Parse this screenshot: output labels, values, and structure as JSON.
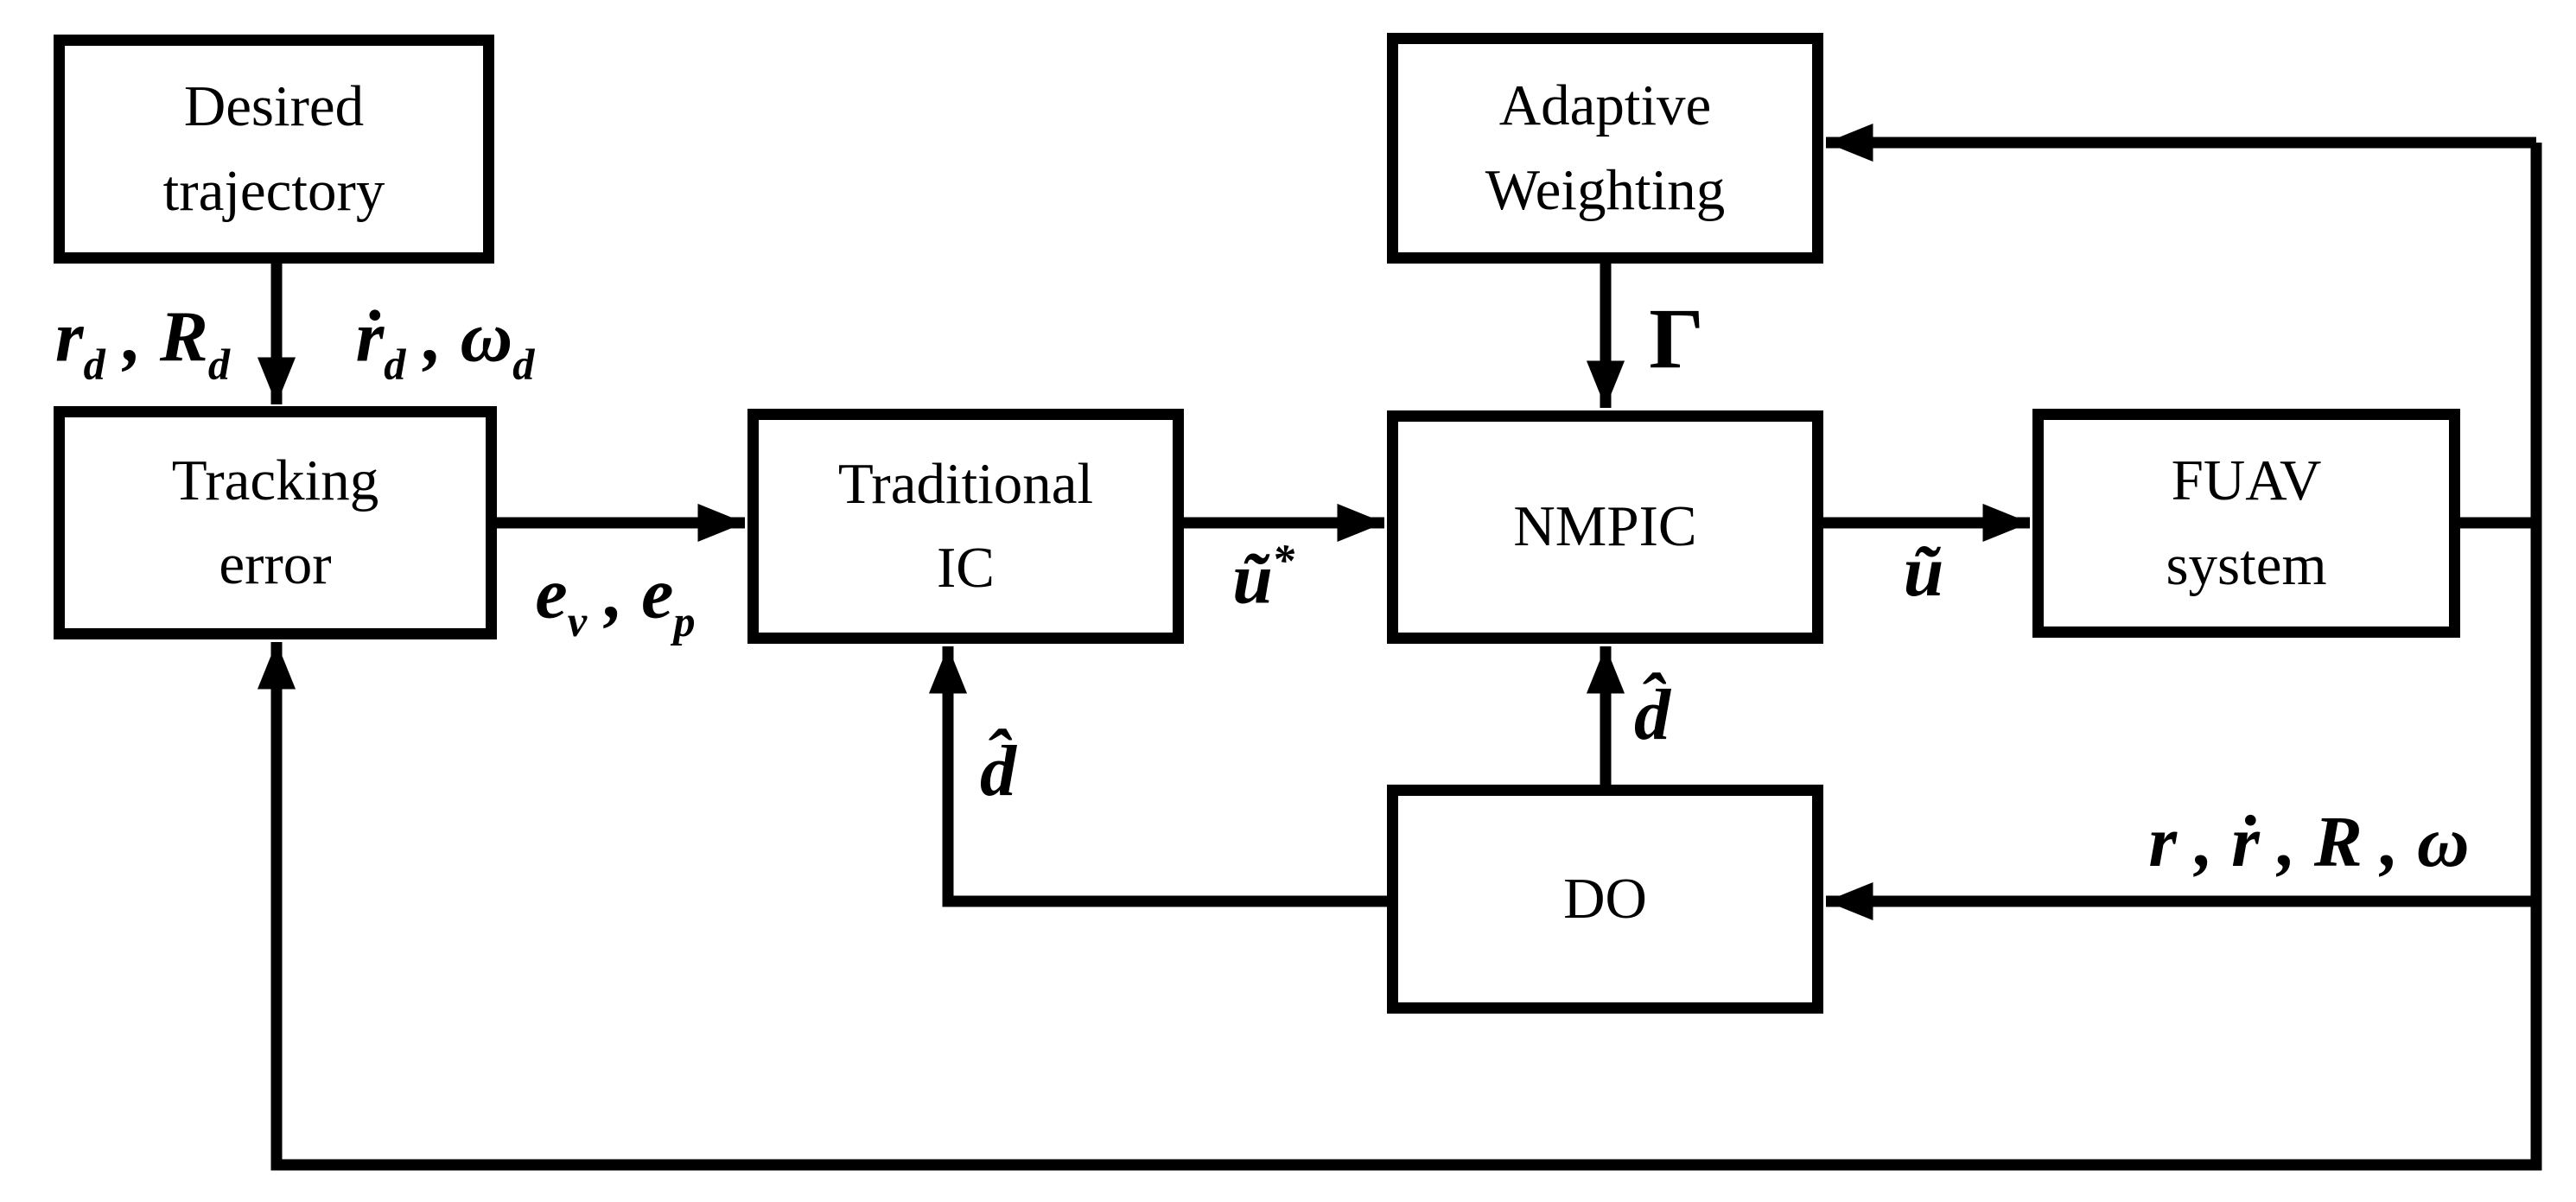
{
  "diagram": {
    "colors": {
      "line": "#000000",
      "background": "#ffffff",
      "text": "#000000"
    },
    "blocks": {
      "desired_trajectory": {
        "label": "Desired\ntrajectory"
      },
      "tracking_error": {
        "label": "Tracking\nerror"
      },
      "traditional_ic": {
        "label": "Traditional\nIC"
      },
      "nmpic": {
        "label": "NMPIC"
      },
      "fuav_system": {
        "label": "FUAV\nsystem"
      },
      "adaptive_weighting": {
        "label": "Adaptive\nWeighting"
      },
      "do": {
        "label": "DO"
      }
    },
    "signals": {
      "rd_Rd": [
        {
          "t": "r"
        },
        {
          "sub": "d"
        },
        {
          "t": " , "
        },
        {
          "t": "R"
        },
        {
          "sub": "d"
        }
      ],
      "rdot_omegad": [
        {
          "t": "ṙ"
        },
        {
          "sub": "d"
        },
        {
          "t": " , "
        },
        {
          "t": "ω"
        },
        {
          "sub": "d"
        }
      ],
      "ev_ep": [
        {
          "t": "e"
        },
        {
          "sub": "v"
        },
        {
          "t": " , "
        },
        {
          "t": "e"
        },
        {
          "sub": "p"
        }
      ],
      "u_star": [
        {
          "t": "ũ"
        },
        {
          "sup": "*"
        }
      ],
      "u_tilde": [
        {
          "t": "ũ"
        }
      ],
      "gamma": [
        {
          "t": "Γ"
        }
      ],
      "d_hat_to_nmpic": [
        {
          "t": "d̂"
        }
      ],
      "d_hat_to_ic": [
        {
          "t": "d̂"
        }
      ],
      "state": [
        {
          "t": "r"
        },
        {
          "t": " , "
        },
        {
          "t": "ṙ"
        },
        {
          "t": " , "
        },
        {
          "t": "R"
        },
        {
          "t": " , "
        },
        {
          "t": "ω"
        }
      ]
    },
    "edges": [
      {
        "from": "desired_trajectory",
        "to": "tracking_error",
        "labels": [
          "rd_Rd",
          "rdot_omegad"
        ]
      },
      {
        "from": "tracking_error",
        "to": "traditional_ic",
        "labels": [
          "ev_ep"
        ]
      },
      {
        "from": "traditional_ic",
        "to": "nmpic",
        "labels": [
          "u_star"
        ]
      },
      {
        "from": "nmpic",
        "to": "fuav_system",
        "labels": [
          "u_tilde"
        ]
      },
      {
        "from": "adaptive_weighting",
        "to": "nmpic",
        "labels": [
          "gamma"
        ]
      },
      {
        "from": "do",
        "to": "nmpic",
        "labels": [
          "d_hat_to_nmpic"
        ]
      },
      {
        "from": "do",
        "to": "traditional_ic",
        "labels": [
          "d_hat_to_ic"
        ]
      },
      {
        "from": "fuav_system",
        "to": "adaptive_weighting",
        "labels": []
      },
      {
        "from": "fuav_system",
        "to": "do",
        "labels": [
          "state"
        ]
      },
      {
        "from": "fuav_system",
        "to": "tracking_error",
        "labels": []
      }
    ]
  }
}
